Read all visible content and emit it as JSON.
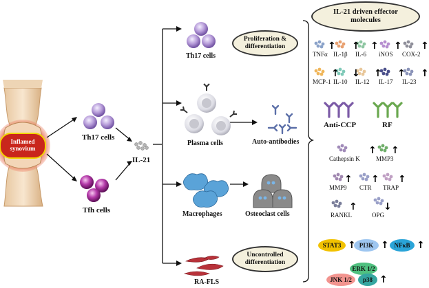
{
  "left": {
    "joint_label": "Inflamed synovium",
    "th17_label": "Th17 cells",
    "tfh_label": "Tfh cells",
    "il21_label": "IL-21"
  },
  "middle": {
    "th17_label": "Th17 cells",
    "plasma_label": "Plasma cells",
    "autoantibodies_label": "Auto-antibodies",
    "macrophages_label": "Macrophages",
    "osteoclast_label": "Osteoclast  cells",
    "rafls_label": "RA-FLS",
    "prolif_oval": "Proliferation & differentiation",
    "uncontrolled_oval": "Uncontrolled differentiation"
  },
  "right": {
    "header": "IL-21 driven effector molecules",
    "cytokines_row1": [
      {
        "name": "TNFα",
        "dir": "↑"
      },
      {
        "name": "IL-1β",
        "dir": "↑"
      },
      {
        "name": "IL-6",
        "dir": "↑"
      },
      {
        "name": "iNOS",
        "dir": "↑"
      },
      {
        "name": "COX-2",
        "dir": "↑"
      }
    ],
    "cytokines_row2": [
      {
        "name": "MCP-1",
        "dir": "↑"
      },
      {
        "name": "IL-10",
        "dir": "↓"
      },
      {
        "name": "IL-12",
        "dir": "↑"
      },
      {
        "name": "IL-17",
        "dir": "↑"
      },
      {
        "name": "IL-23",
        "dir": "↑"
      }
    ],
    "anti_ccp": "Anti-CCP",
    "rf": "RF",
    "bone": [
      {
        "name": "Cathepsin K",
        "dir": "↑"
      },
      {
        "name": "MMP3",
        "dir": "↑"
      },
      {
        "name": "MMP9",
        "dir": "↑"
      },
      {
        "name": "CTR",
        "dir": "↑"
      },
      {
        "name": "TRAP",
        "dir": "↑"
      },
      {
        "name": "RANKL",
        "dir": "↑"
      },
      {
        "name": "OPG",
        "dir": "↓"
      }
    ],
    "signals": [
      {
        "name": "STAT3",
        "dir": "↑",
        "color": "#f2c200"
      },
      {
        "name": "PI3K",
        "dir": "↑",
        "color": "#9ec6f0"
      },
      {
        "name": "NFκB",
        "dir": "↑",
        "color": "#2aa4d8"
      },
      {
        "name": "ERK 1/2",
        "dir": "",
        "color": "#4fc07f"
      },
      {
        "name": "JNK 1/2",
        "dir": "",
        "color": "#f2948f"
      },
      {
        "name": "p38",
        "dir": "↑",
        "color": "#35a6a0"
      }
    ]
  },
  "colors": {
    "th17_cell": "#9b7bc4",
    "tfh_cell": "#a3289a",
    "plasma_cell": "#d8d8de",
    "macrophage": "#5aa3d8",
    "osteoclast": "#8a8a8a",
    "rafls": "#b8323a",
    "antibody": "#5b6fa8",
    "anti_ccp": "#7b5aa6",
    "rf": "#6aa84f",
    "oval_fill": "#f4f0dd"
  },
  "icons": [
    "joint-icon",
    "cell-cluster-icon",
    "antibody-icon",
    "macrophage-icon",
    "osteoclast-icon",
    "fibroblast-icon",
    "bracket-icon",
    "molecule-icon"
  ]
}
